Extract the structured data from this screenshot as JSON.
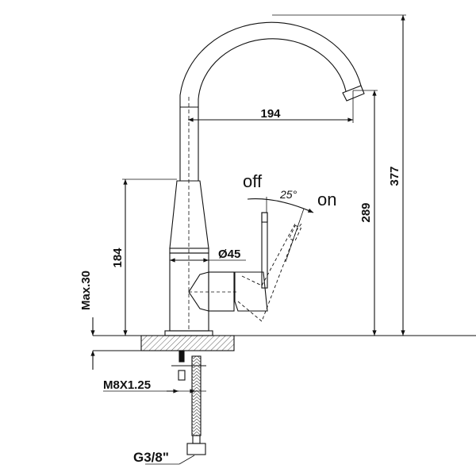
{
  "drawing": {
    "dimensions": {
      "spout_reach": "194",
      "spout_outlet_height": "289",
      "total_height": "377",
      "body_height": "184",
      "body_diameter": "Ø45",
      "max_counter_thickness": "Max.30",
      "lever_angle": "25°",
      "mounting_thread": "M8X1.25",
      "hose_connection": "G3/8\""
    },
    "labels": {
      "off": "off",
      "on": "on"
    },
    "colors": {
      "line": "#111111",
      "background": "#ffffff"
    }
  }
}
